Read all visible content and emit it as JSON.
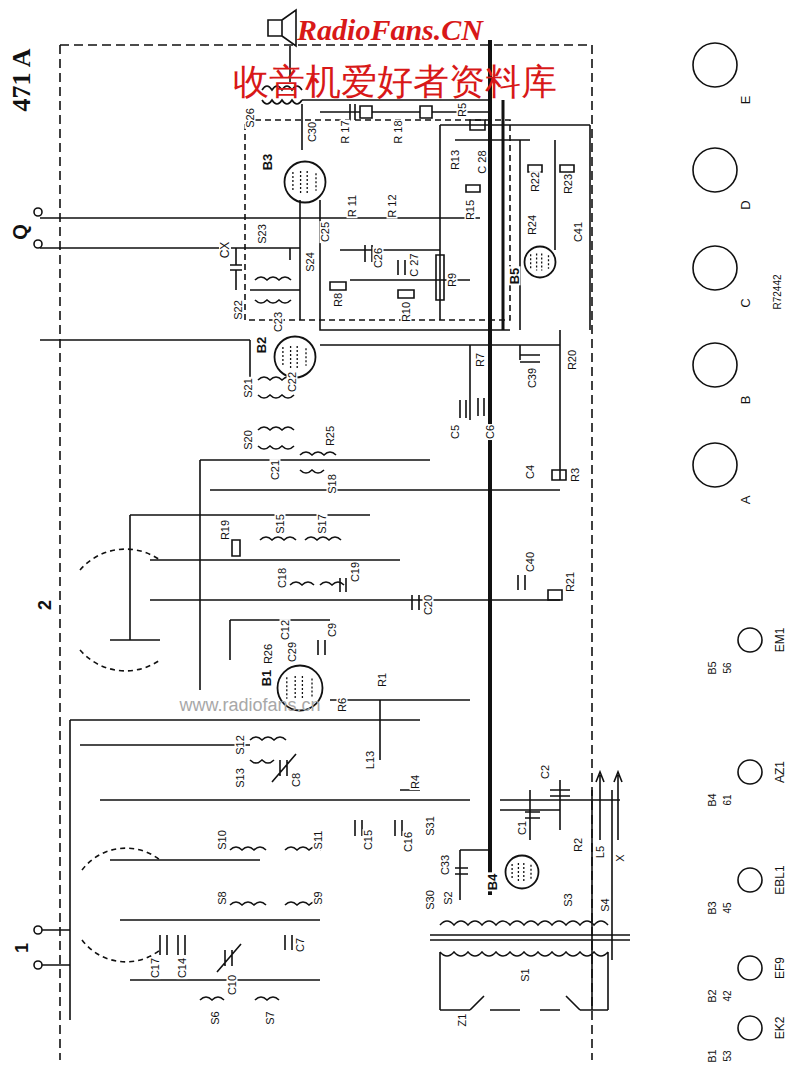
{
  "diagram": {
    "title": "471 A",
    "nodes": [
      {
        "text": [
          "B3"
        ]
      },
      {
        "text": [
          "B5"
        ]
      },
      {
        "text": [
          "B2"
        ]
      },
      {
        "text": [
          "B1"
        ]
      },
      {
        "text": [
          "B4"
        ]
      }
    ],
    "labels": [
      "RadioFans.CN",
      "收音机爱好者资料库",
      "Q",
      "CX",
      "2",
      "1",
      "R72442",
      "A",
      "B",
      "C",
      "D",
      "E",
      "EM1",
      "AZ1",
      "EBL1",
      "EF9",
      "EK2",
      "B5",
      "56",
      "B4",
      "61",
      "B3",
      "45",
      "B2",
      "42",
      "B1",
      "53",
      "C30",
      "R 17",
      "R 18",
      "R5",
      "R13",
      "C 28",
      "R15",
      "R22",
      "R23",
      "C41",
      "R24",
      "R 11",
      "R 12",
      "C25",
      "C26",
      "C 27",
      "R8",
      "R10",
      "R9",
      "S24",
      "S23",
      "S22",
      "C23",
      "R7",
      "C39",
      "R20",
      "C5",
      "C6",
      "C22",
      "S21",
      "S20",
      "R25",
      "C21",
      "S18",
      "C4",
      "R3",
      "R19",
      "S15",
      "S17",
      "C18",
      "C19",
      "C40",
      "R21",
      "C20",
      "C12",
      "C9",
      "C29",
      "R26",
      "R6",
      "R1",
      "L13",
      "S12",
      "S13",
      "C8",
      "R4",
      "C15",
      "C16",
      "S31",
      "S10",
      "S11",
      "S8",
      "S9",
      "S30",
      "C17",
      "C14",
      "C10",
      "C7",
      "S6",
      "S7",
      "C2",
      "R2",
      "C1",
      "L5",
      "X",
      "C33",
      "S2",
      "S3",
      "S4",
      "S1",
      "S26",
      "Z1",
      "www.radiofans.cn"
    ]
  }
}
